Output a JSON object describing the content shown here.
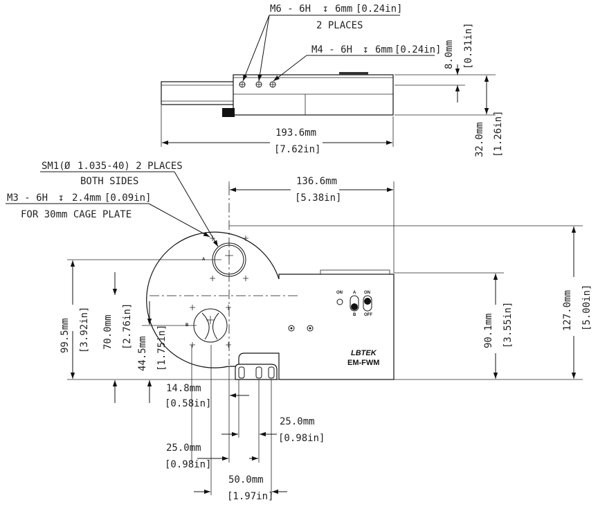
{
  "callouts": {
    "m6_thread": "M6 - 6H",
    "m6_depth": "6mm",
    "m6_depth_in": "[0.24in]",
    "m6_places": "2 PLACES",
    "m4_thread": "M4 - 6H",
    "m4_depth": "6mm",
    "m4_depth_in": "[0.24in]",
    "sm1_thread": "SM1(",
    "sm1_spec": "1.035-40) 2 PLACES",
    "sm1_sides": "BOTH SIDES",
    "m3_thread": "M3 - 6H",
    "m3_depth": "2.4mm",
    "m3_depth_in": "[0.09in]",
    "m3_note": "FOR 30mm CAGE PLATE",
    "depth_symbol": "↧",
    "diameter_symbol": "Ø"
  },
  "dimensions": {
    "top_height_mm": "8.0mm",
    "top_height_in": "[0.31in]",
    "total_height_mm": "32.0mm",
    "total_height_in": "[1.26in]",
    "length_mm": "193.6mm",
    "length_in": "[7.62in]",
    "width_136_mm": "136.6mm",
    "width_136_in": "[5.38in]",
    "height_995_mm": "99.5mm",
    "height_995_in": "[3.92in]",
    "height_700_mm": "70.0mm",
    "height_700_in": "[2.76in]",
    "height_445_mm": "44.5mm",
    "height_445_in": "[1.75in]",
    "offset_148_mm": "14.8mm",
    "offset_148_in": "[0.58in]",
    "spacing_250a_mm": "25.0mm",
    "spacing_250a_in": "[0.98in]",
    "spacing_250b_mm": "25.0mm",
    "spacing_250b_in": "[0.98in]",
    "spacing_500_mm": "50.0mm",
    "spacing_500_in": "[1.97in]",
    "height_901_mm": "90.1mm",
    "height_901_in": "[3.55in]",
    "height_1270_mm": "127.0mm",
    "height_1270_in": "[5.00in]"
  },
  "device": {
    "brand": "LBTEK",
    "model": "EM-FWM",
    "switch_label_a": "A",
    "switch_label_b": "B",
    "switch_label_on": "ON",
    "switch_label_off": "OFF",
    "port_label_a": "A",
    "port_label_b": "B"
  }
}
